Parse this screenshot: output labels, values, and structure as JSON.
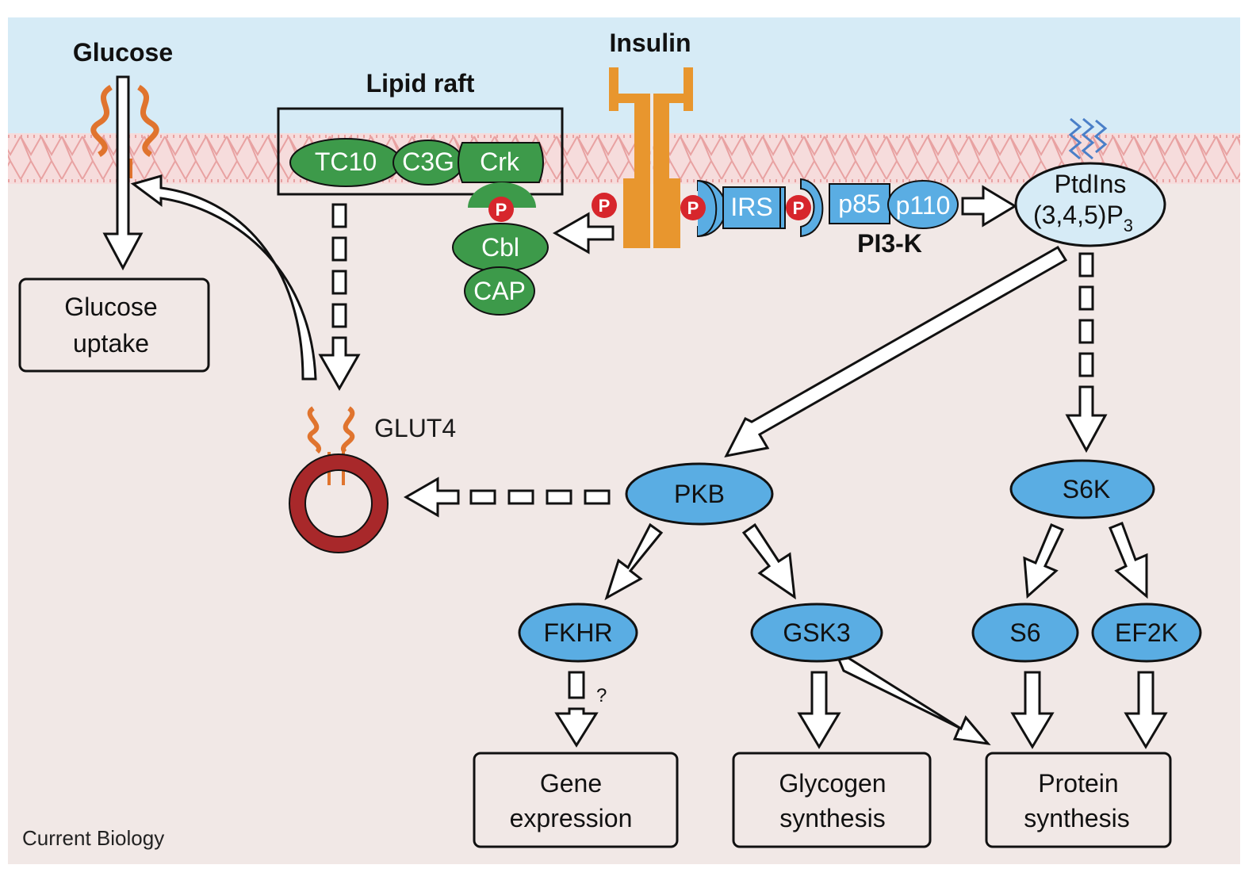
{
  "labels": {
    "glucose": "Glucose",
    "lipid_raft": "Lipid raft",
    "insulin": "Insulin",
    "glut4": "GLUT4",
    "pi3k": "PI3-K",
    "question": "?",
    "credit": "Current Biology"
  },
  "raft_proteins": {
    "tc10": "TC10",
    "c3g": "C3G",
    "crk": "Crk",
    "cbl": "Cbl",
    "cap": "CAP"
  },
  "receptor_chain": {
    "irs": "IRS",
    "p85": "p85",
    "p110": "p110"
  },
  "phospho": {
    "p": "P"
  },
  "lipid": {
    "line1": "PtdIns",
    "line2": "(3,4,5)P",
    "sub": "3"
  },
  "kinases": {
    "pkb": "PKB",
    "s6k": "S6K",
    "fkhr": "FKHR",
    "gsk3": "GSK3",
    "s6": "S6",
    "ef2k": "EF2K"
  },
  "outcomes": {
    "glucose_uptake": [
      "Glucose",
      "uptake"
    ],
    "gene_expression": [
      "Gene",
      "expression"
    ],
    "glycogen_synthesis": [
      "Glycogen",
      "synthesis"
    ],
    "protein_synthesis": [
      "Protein",
      "synthesis"
    ]
  },
  "colors": {
    "extracellular": "#d6ebf6",
    "cytoplasm": "#f1e8e6",
    "membrane": "#e8a2a2",
    "green_protein": "#3d9a4a",
    "blue_protein": "#5aade3",
    "insulin_receptor": "#e8962e",
    "glut": "#e0742e",
    "vesicle": "#a8282a",
    "phospho": "#d7262c"
  }
}
